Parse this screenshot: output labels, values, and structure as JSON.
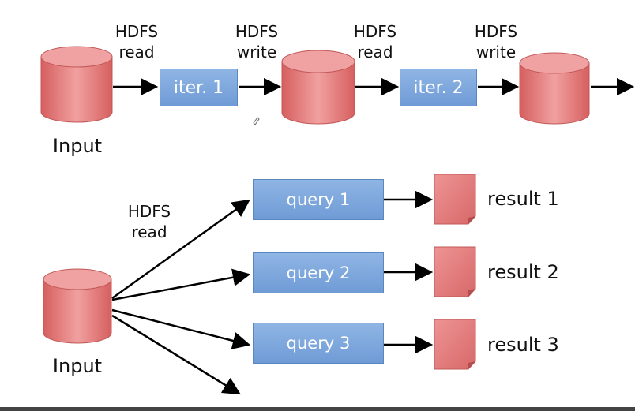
{
  "top_row": {
    "input_label": "Input",
    "steps": [
      {
        "line1": "HDFS",
        "line2": "read"
      },
      {
        "line1": "HDFS",
        "line2": "write"
      },
      {
        "line1": "HDFS",
        "line2": "read"
      },
      {
        "line1": "HDFS",
        "line2": "write"
      }
    ],
    "iterations": [
      "iter. 1",
      "iter. 2"
    ]
  },
  "bottom_row": {
    "input_label": "Input",
    "read_label": {
      "line1": "HDFS",
      "line2": "read"
    },
    "queries": [
      "query 1",
      "query 2",
      "query 3"
    ],
    "results": [
      "result 1",
      "result 2",
      "result 3"
    ]
  },
  "colors": {
    "cylinder": "#e27b7b",
    "process_box": "#7ea8de",
    "result_doc": "#e27b7b",
    "arrow": "#000000"
  }
}
